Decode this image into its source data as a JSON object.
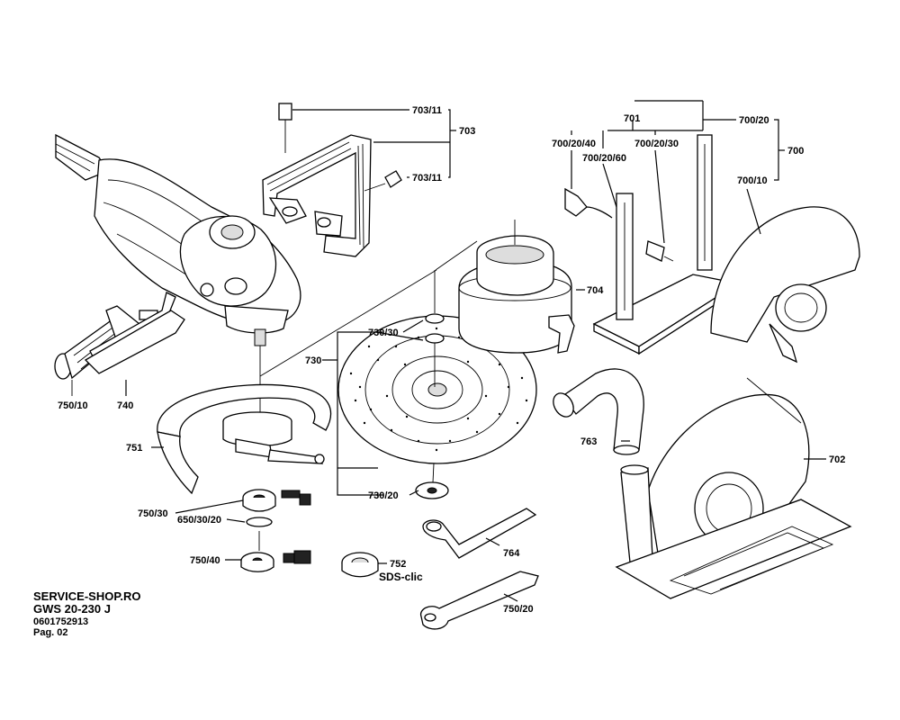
{
  "footer": {
    "shop": "SERVICE-SHOP.RO",
    "model": "GWS 20-230 J",
    "part_number": "0601752913",
    "page": "Pag. 02"
  },
  "labels": {
    "l703_11a": "703/11",
    "l703": "703",
    "l703_11b": "703/11",
    "l701": "701",
    "l700_20": "700/20",
    "l700": "700",
    "l700_10": "700/10",
    "l700_20_40": "700/20/40",
    "l700_20_60": "700/20/60",
    "l700_20_30": "700/20/30",
    "l704": "704",
    "l730_30": "730/30",
    "l730": "730",
    "l730_20": "730/20",
    "l750_10": "750/10",
    "l740": "740",
    "l751": "751",
    "l750_30": "750/30",
    "l650_30_20": "650/30/20",
    "l750_40": "750/40",
    "l752": "752",
    "l763": "763",
    "l702": "702",
    "l764": "764",
    "l750_20": "750/20"
  },
  "brand_text": {
    "sds": "SDS-clic"
  }
}
